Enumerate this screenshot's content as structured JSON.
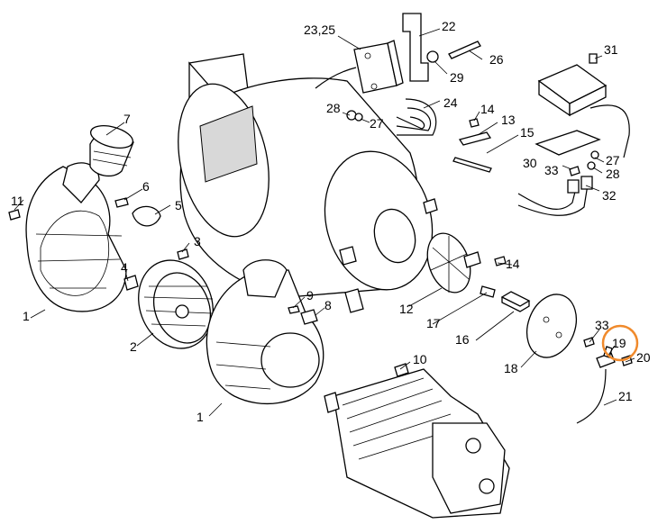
{
  "labels": {
    "l1a": "1",
    "l1b": "1",
    "l2": "2",
    "l3": "3",
    "l4": "4",
    "l5": "5",
    "l6": "6",
    "l7": "7",
    "l8": "8",
    "l9": "9",
    "l10": "10",
    "l11": "11",
    "l12": "12",
    "l13": "13",
    "l14a": "14",
    "l14b": "14",
    "l15": "15",
    "l16": "16",
    "l17": "17",
    "l18": "18",
    "l19": "19",
    "l20": "20",
    "l21": "21",
    "l22": "22",
    "l23": "23,25",
    "l24": "24",
    "l26": "26",
    "l27a": "27",
    "l27b": "27",
    "l28a": "28",
    "l28b": "28",
    "l29": "29",
    "l30": "30",
    "l31": "31",
    "l32": "32",
    "l33a": "33",
    "l33b": "33"
  },
  "highlight": {
    "part": "19",
    "color": "#f08a2c"
  }
}
